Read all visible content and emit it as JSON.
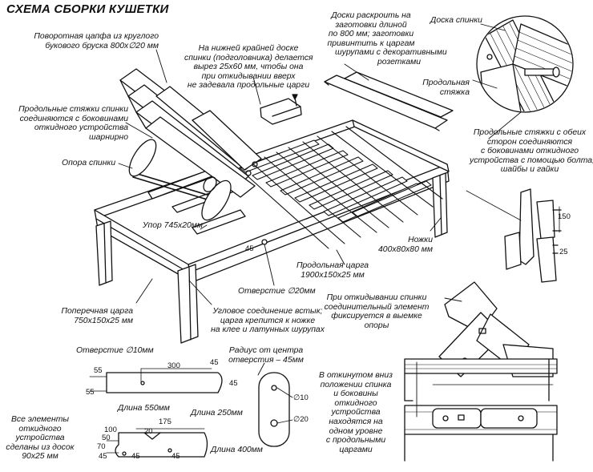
{
  "title": "СХЕМА СБОРКИ КУШЕТКИ",
  "labels": {
    "pivot_pin": [
      "Поворотная цапфа из круглого",
      "букового бруска 800х∅20 мм"
    ],
    "headboard_notch": [
      "На нижней крайней доске",
      "спинки (подголовника) делается",
      "вырез 25х60 мм, чтобы она",
      "при откидывании вверх",
      "не задевала продольные царги"
    ],
    "boards": [
      "Доски раскроить на",
      "заготовки длиной",
      "по 800 мм; заготовки",
      "привинтить к царгам",
      "шурупами с декоративными",
      "розетками"
    ],
    "back_board": "Доска спинки",
    "long_brace_top": [
      "Продольная",
      "стяжка"
    ],
    "back_braces": [
      "Продольные стяжки спинки",
      "соединяются с боковинами",
      "откидного устройства",
      "шарнирно"
    ],
    "back_support": "Опора спинки",
    "side_braces": [
      "Продольные стяжки с обеих",
      "сторон соединяются",
      "с боковинами откидного",
      "устройства с помощью болта,",
      "шайбы и гайки"
    ],
    "rest": "Упор 745х20мм",
    "legs": [
      "Ножки",
      "400х80х80 мм"
    ],
    "long_rail": [
      "Продольная царга",
      "1900х150х25 мм"
    ],
    "hole20": "Отверстие ∅20мм",
    "cross_rail": [
      "Поперечная царга",
      "750х150х25 мм"
    ],
    "corner_joint": [
      "Угловое соединение встык;",
      "царга крепится к ножке",
      "на клее и латунных шурупах"
    ],
    "raise_note": [
      "При откидывании спинки",
      "соединительный элемент",
      "фиксируется в выемке",
      "опоры"
    ],
    "hole10": "Отверстие ∅10мм",
    "radius": [
      "Радиус от центра",
      "отверстия – 45мм"
    ],
    "len550": "Длина 550мм",
    "len250": "Длина 250мм",
    "len400": "Длина 400мм",
    "lowered_note": [
      "В откинутом вниз",
      "положении спинка",
      "и боковины",
      "откидного",
      "устройства",
      "находятся на",
      "одном уровне",
      "с продольными",
      "царгами"
    ],
    "all_elements": [
      "Все элементы",
      "откидного",
      "устройства",
      "сделаны из досок",
      "90х25 мм"
    ]
  },
  "dims": {
    "d55a": "55",
    "d55b": "55",
    "d300": "300",
    "d45a": "45",
    "d45b": "45",
    "d45c": "45",
    "d150": "150",
    "d25": "25",
    "d10": "∅10",
    "d20": "∅20",
    "d175": "175",
    "d100": "100",
    "d20b": "20",
    "d50": "50",
    "d70": "70",
    "d45d": "45",
    "d45e": "45",
    "d45f": "45"
  }
}
